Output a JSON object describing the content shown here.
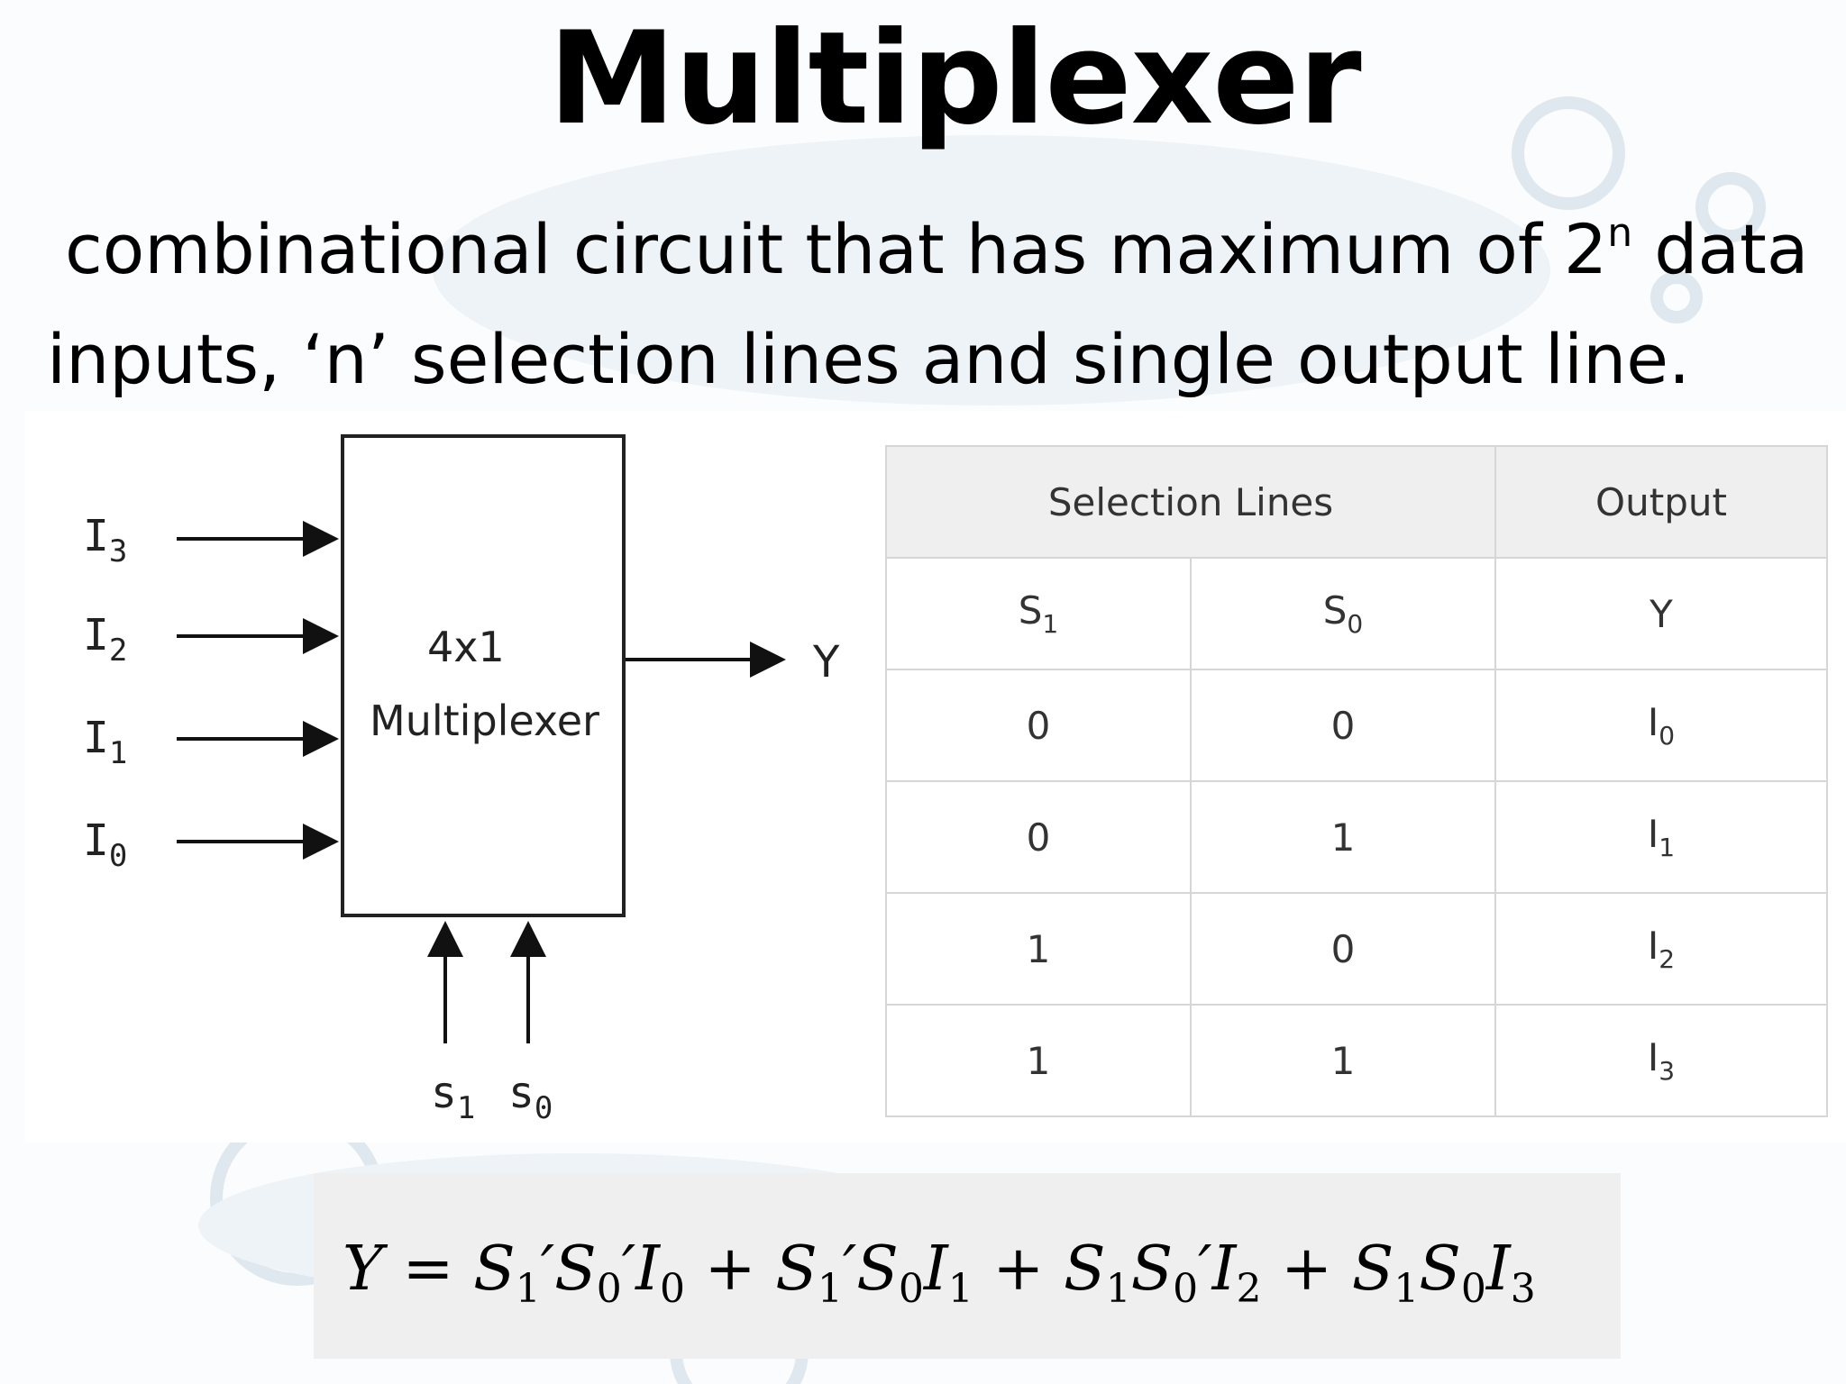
{
  "slide": {
    "title": "Multiplexer",
    "description": {
      "line1_pre": "combinational circuit that has maximum of 2",
      "line1_sup": "n",
      "line1_post": " data",
      "line2": "inputs, ‘n’ selection lines and single output line."
    }
  },
  "block_diagram": {
    "inputs": [
      {
        "base": "I",
        "sub": "3"
      },
      {
        "base": "I",
        "sub": "2"
      },
      {
        "base": "I",
        "sub": "1"
      },
      {
        "base": "I",
        "sub": "0"
      }
    ],
    "box_line1": "4x1",
    "box_line2": "Multiplexer",
    "output": "Y",
    "selects": [
      {
        "base": "s",
        "sub": "1"
      },
      {
        "base": "s",
        "sub": "0"
      }
    ]
  },
  "truth_table": {
    "group_header": "Selection Lines",
    "output_header": "Output",
    "col_s1": {
      "base": "S",
      "sub": "1"
    },
    "col_s0": {
      "base": "S",
      "sub": "0"
    },
    "col_y": "Y",
    "rows": [
      {
        "s1": "0",
        "s0": "0",
        "y_base": "I",
        "y_sub": "0"
      },
      {
        "s1": "0",
        "s0": "1",
        "y_base": "I",
        "y_sub": "1"
      },
      {
        "s1": "1",
        "s0": "0",
        "y_base": "I",
        "y_sub": "2"
      },
      {
        "s1": "1",
        "s0": "1",
        "y_base": "I",
        "y_sub": "3"
      }
    ]
  },
  "equation": {
    "lhs": "Y",
    "eq": " = ",
    "plus": " + ",
    "t1": [
      "S",
      "1",
      "′S",
      "0",
      "′I",
      "0"
    ],
    "t2": [
      "S",
      "1",
      "′S",
      "0",
      "I",
      "1"
    ],
    "t3": [
      "S",
      "1",
      "S",
      "0",
      "′I",
      "2"
    ],
    "t4": [
      "S",
      "1",
      "S",
      "0",
      "I",
      "3"
    ]
  }
}
